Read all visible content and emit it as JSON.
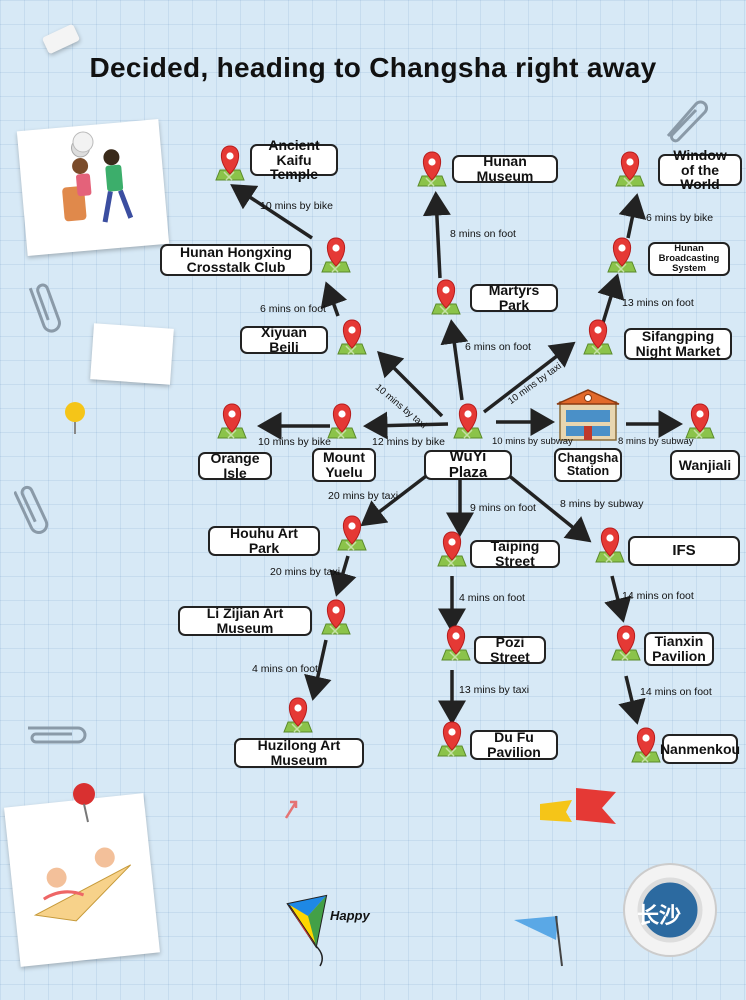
{
  "title": "Decided, heading to Changsha right away",
  "places": {
    "ancient_kaifu_temple": "Ancient Kaifu Temple",
    "hunan_museum": "Hunan Museum",
    "window_of_the_world": "Window of the World",
    "hunan_hongxing_crosstalk_club": "Hunan Hongxing Crosstalk Club",
    "hunan_broadcasting_system": "Hunan Broadcasting System",
    "martyrs_park": "Martyrs Park",
    "xiyuan_beili": "Xiyuan Beili",
    "sifangping_night_market": "Sifangping Night Market",
    "orange_isle": "Orange Isle",
    "mount_yuelu": "Mount Yuelu",
    "wuyi_plaza": "WuYi Plaza",
    "changsha_station": "Changsha Station",
    "wanjiali": "Wanjiali",
    "houhu_art_park": "Houhu Art Park",
    "taiping_street": "Taiping Street",
    "ifs": "IFS",
    "li_zijian_art_museum": "Li Zijian Art Museum",
    "pozi_street": "Pozi Street",
    "tianxin_pavilion": "Tianxin Pavilion",
    "huzilong_art_museum": "Huzilong Art Museum",
    "du_fu_pavilion": "Du Fu Pavilion",
    "nanmenkou": "Nanmenkou"
  },
  "routes": {
    "hongxing_to_kaifu": "10 mins by bike",
    "xiyuan_to_hongxing": "6 mins on foot",
    "wuyi_to_xiyuan": "10 mins by taxi",
    "martyrs_to_museum": "8 mins on foot",
    "wuyi_to_martyrs": "6 mins on foot",
    "broadcasting_to_window": "6 mins by bike",
    "sifangping_to_broadcasting": "13 mins on foot",
    "wuyi_to_sifangping": "10 mins by taxi",
    "yuelu_to_orange": "10 mins by bike",
    "wuyi_to_yuelu": "12 mins by bike",
    "wuyi_to_station": "10 mins by subway",
    "station_to_wanjiali": "8 mins by subway",
    "wuyi_to_houhu": "20 mins by taxi",
    "wuyi_to_taiping": "9 mins on foot",
    "wuyi_to_ifs": "8 mins by subway",
    "houhu_to_lizijian": "20 mins by taxi",
    "taiping_to_pozi": "4 mins on foot",
    "ifs_to_tianxin": "14 mins on foot",
    "lizijian_to_huzilong": "4 mins on foot",
    "pozi_to_dufu": "13 mins by taxi",
    "tianxin_to_nanmenkou": "14 mins on foot"
  },
  "stickers": {
    "kite_text": "Happy",
    "tape_text": "长沙"
  },
  "icons": {
    "location_pin": "map-pin-icon",
    "station_building": "train-station-icon"
  },
  "colors": {
    "background": "#d7e9f6",
    "pin_red": "#e53935",
    "pin_base_green": "#7cb342",
    "arrow": "#222222"
  }
}
